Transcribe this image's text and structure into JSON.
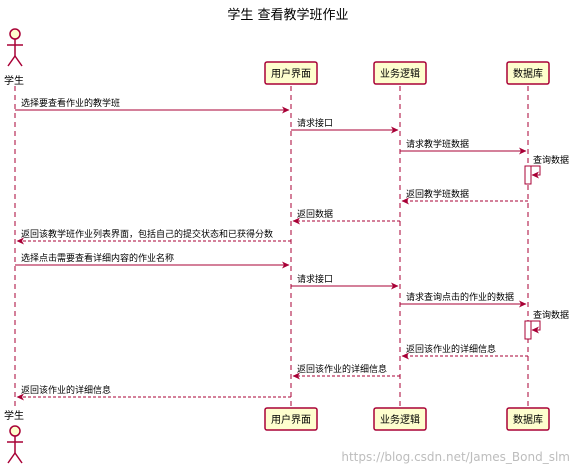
{
  "title": "学生  查看教学班作业",
  "watermark": "https://blog.csdn.net/James_Bond_slm",
  "colors": {
    "lifeline": "#a80036",
    "arrow": "#a80036",
    "box_fill": "#fefece",
    "box_stroke": "#a80036",
    "activation_fill": "#ffffff"
  },
  "participants": [
    {
      "id": "student",
      "label": "学生",
      "kind": "actor",
      "icon": "stick-figure-icon"
    },
    {
      "id": "ui",
      "label": "用户界面",
      "kind": "box"
    },
    {
      "id": "logic",
      "label": "业务逻辑",
      "kind": "box"
    },
    {
      "id": "db",
      "label": "数据库",
      "kind": "box"
    }
  ],
  "messages": [
    {
      "from": "student",
      "to": "ui",
      "label": "选择要查看作业的教学班",
      "style": "solid"
    },
    {
      "from": "ui",
      "to": "logic",
      "label": "请求接口",
      "style": "solid"
    },
    {
      "from": "logic",
      "to": "db",
      "label": "请求教学班数据",
      "style": "solid"
    },
    {
      "from": "db",
      "to": "db",
      "label": "查询数据",
      "style": "self"
    },
    {
      "from": "db",
      "to": "logic",
      "label": "返回教学班数据",
      "style": "dashed"
    },
    {
      "from": "logic",
      "to": "ui",
      "label": "返回数据",
      "style": "dashed"
    },
    {
      "from": "ui",
      "to": "student",
      "label": "返回该教学班作业列表界面，包括自己的提交状态和已获得分数",
      "style": "dashed"
    },
    {
      "from": "student",
      "to": "ui",
      "label": "选择点击需要查看详细内容的作业名称",
      "style": "solid"
    },
    {
      "from": "ui",
      "to": "logic",
      "label": "请求接口",
      "style": "solid"
    },
    {
      "from": "logic",
      "to": "db",
      "label": "请求查询点击的作业的数据",
      "style": "solid"
    },
    {
      "from": "db",
      "to": "db",
      "label": "查询数据",
      "style": "self"
    },
    {
      "from": "db",
      "to": "logic",
      "label": "返回该作业的详细信息",
      "style": "dashed"
    },
    {
      "from": "logic",
      "to": "ui",
      "label": "返回该作业的详细信息",
      "style": "dashed"
    },
    {
      "from": "ui",
      "to": "student",
      "label": "返回该作业的详细信息",
      "style": "dashed"
    }
  ]
}
